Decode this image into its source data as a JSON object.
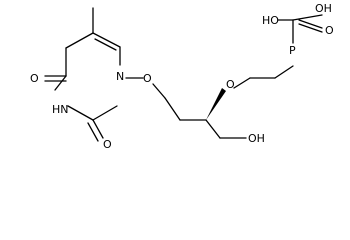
{
  "molecule": {
    "labels": {
      "o_c4": "O",
      "hn": "HN",
      "o_c2": "O",
      "n1": "N",
      "o_n1": "O",
      "o_ether": "O",
      "oh_left": "HO",
      "oh_right": "OH",
      "p": "P",
      "o_p": "O",
      "oh_bottom": "OH"
    }
  }
}
